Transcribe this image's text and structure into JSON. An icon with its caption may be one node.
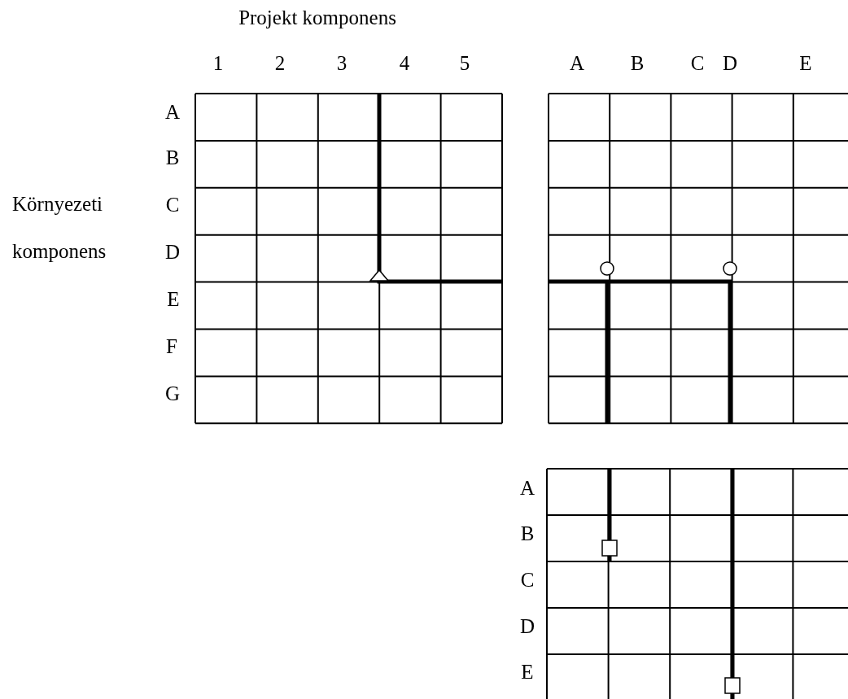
{
  "diagram": {
    "labels": [
      "Projekt komponens",
      "1",
      "2",
      "3",
      "4",
      "5",
      "A",
      "B",
      "C",
      "D",
      "E",
      "Környezeti komponens",
      "A",
      "B",
      "C",
      "D",
      "E",
      "F",
      "G",
      "A",
      "B",
      "C",
      "D",
      "E"
    ]
  }
}
